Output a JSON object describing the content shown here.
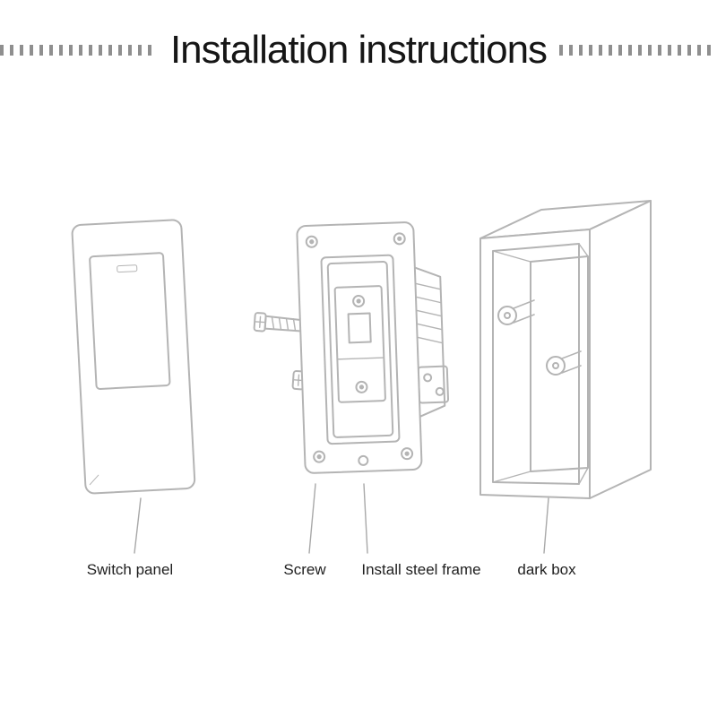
{
  "title": "Installation instructions",
  "labels": {
    "switch_panel": "Switch panel",
    "screw": "Screw",
    "steel_frame": "Install steel frame",
    "dark_box": "dark box"
  },
  "diagram": {
    "type": "exploded-view",
    "parts": [
      "Switch panel",
      "Screw",
      "Install steel frame",
      "dark box"
    ]
  },
  "colors": {
    "background": "#ffffff",
    "line_art": "#b4b4b4",
    "leader_line": "#a8a8a8",
    "title_text": "#161616",
    "label_text": "#1f1f1f",
    "title_dash": "#8f8f8f"
  }
}
